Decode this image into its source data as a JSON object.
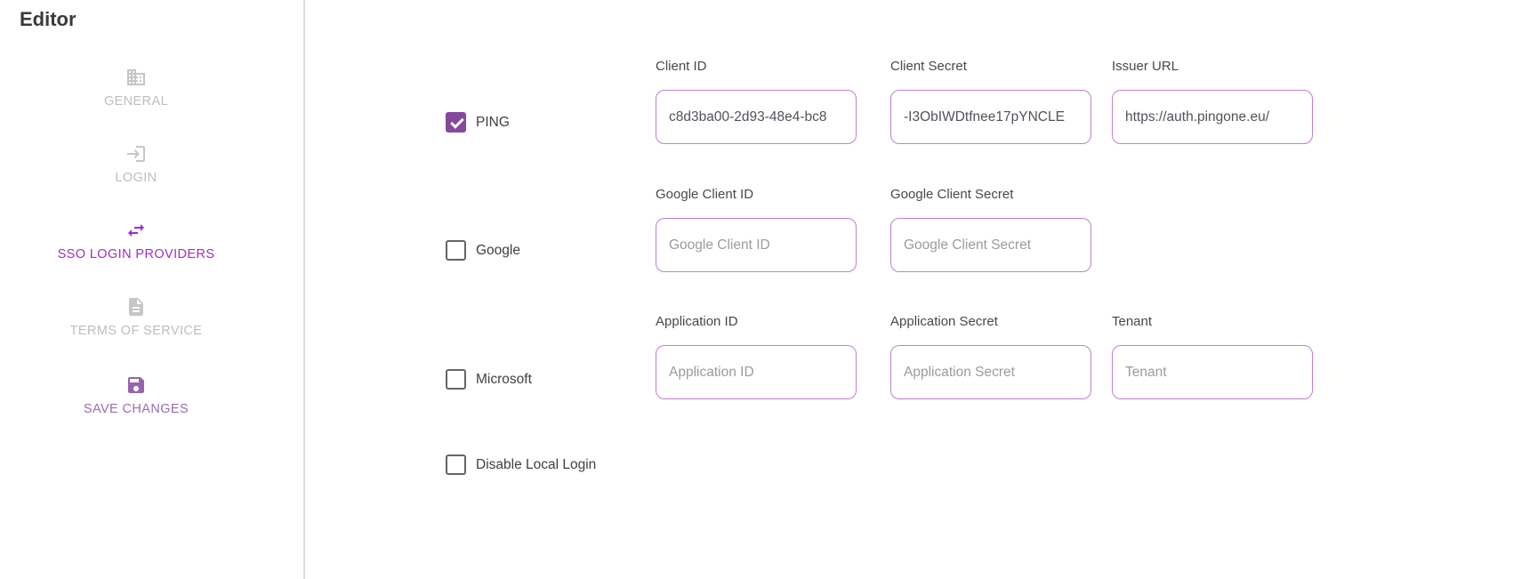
{
  "sidebar": {
    "title": "Editor",
    "items": [
      {
        "label": "GENERAL",
        "icon": "building-icon",
        "state": "inactive"
      },
      {
        "label": "LOGIN",
        "icon": "login-icon",
        "state": "inactive"
      },
      {
        "label": "SSO LOGIN PROVIDERS",
        "icon": "swap-arrows-icon",
        "state": "active"
      },
      {
        "label": "TERMS OF SERVICE",
        "icon": "document-icon",
        "state": "inactive"
      },
      {
        "label": "SAVE CHANGES",
        "icon": "save-icon",
        "state": "action"
      }
    ]
  },
  "providers": [
    {
      "name": "PING",
      "checked": true,
      "fields": [
        {
          "label": "Client ID",
          "value": "c8d3ba00-2d93-48e4-bc8",
          "placeholder": ""
        },
        {
          "label": "Client Secret",
          "value": "-I3ObIWDtfnee17pYNCLE",
          "placeholder": ""
        },
        {
          "label": "Issuer URL",
          "value": "https://auth.pingone.eu/",
          "placeholder": ""
        }
      ]
    },
    {
      "name": "Google",
      "checked": false,
      "fields": [
        {
          "label": "Google Client ID",
          "value": "",
          "placeholder": "Google Client ID"
        },
        {
          "label": "Google Client Secret",
          "value": "",
          "placeholder": "Google Client Secret"
        }
      ]
    },
    {
      "name": "Microsoft",
      "checked": false,
      "fields": [
        {
          "label": "Application ID",
          "value": "",
          "placeholder": "Application ID"
        },
        {
          "label": "Application Secret",
          "value": "",
          "placeholder": "Application Secret"
        },
        {
          "label": "Tenant",
          "value": "",
          "placeholder": "Tenant"
        }
      ]
    },
    {
      "name": "Disable Local Login",
      "checked": false,
      "fields": []
    }
  ],
  "colors": {
    "accent_active": "#a32cc8",
    "checkbox_checked": "#84499c",
    "input_border": "#c07fd2",
    "save_action": "#9a6db3",
    "inactive_gray": "#bdbdbd",
    "divider_gray": "#dcdcdc"
  }
}
